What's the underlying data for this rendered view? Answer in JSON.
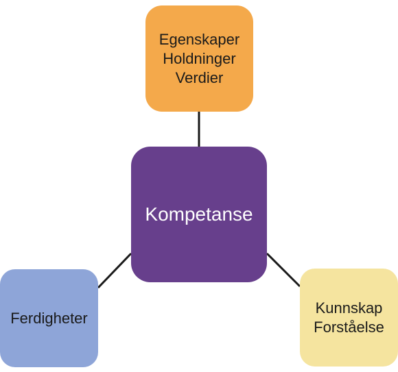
{
  "nodes": {
    "top": {
      "lines": [
        "Egenskaper",
        "Holdninger",
        "Verdier"
      ],
      "fill": "#F4A94B",
      "text_color": "#1a1a1a"
    },
    "center": {
      "lines": [
        "Kompetanse"
      ],
      "fill": "#673F8C",
      "text_color": "#ffffff"
    },
    "left": {
      "lines": [
        "Ferdigheter"
      ],
      "fill": "#8EA5D8",
      "text_color": "#1a1a1a"
    },
    "right": {
      "lines": [
        "Kunnskap",
        "Forståelse"
      ],
      "fill": "#F5E49F",
      "text_color": "#1a1a1a"
    }
  },
  "connector_color": "#1a1a1a"
}
